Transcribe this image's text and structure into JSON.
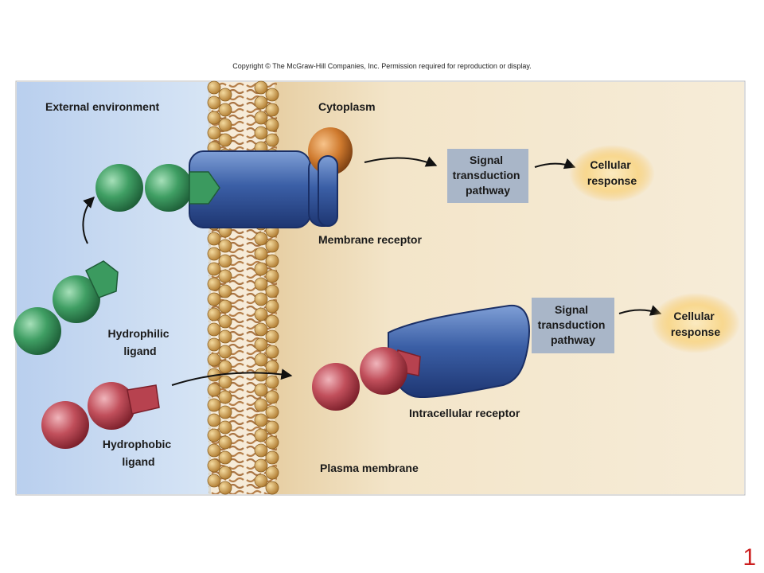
{
  "copyright": "Copyright © The McGraw-Hill Companies, Inc. Permission required for reproduction or display.",
  "labels": {
    "external": "External environment",
    "cytoplasm": "Cytoplasm",
    "membrane_receptor": "Membrane receptor",
    "intracellular_receptor": "Intracellular receptor",
    "plasma_membrane": "Plasma membrane",
    "hydrophilic": [
      "Hydrophilic",
      "ligand"
    ],
    "hydrophobic": [
      "Hydrophobic",
      "ligand"
    ],
    "signal_top": [
      "Signal",
      "transduction",
      "pathway"
    ],
    "signal_bottom": [
      "Signal",
      "transduction",
      "pathway"
    ],
    "response_top": [
      "Cellular",
      "response"
    ],
    "response_bottom": [
      "Cellular",
      "response"
    ]
  },
  "page_number": "1",
  "colors": {
    "external_bg": "#c6d9f0",
    "cytoplasm_bg": "#f1e4c8",
    "membrane_head": "#c99a4a",
    "membrane_tail": "#8a4a1c",
    "receptor": "#2e4f95",
    "hydrophilic_ligand": "#2f8f56",
    "hydrophobic_ligand": "#b9414e",
    "signal_box": "#a9b6c8",
    "response_glow": "#f6c768",
    "page_number": "#cc1f1f"
  }
}
